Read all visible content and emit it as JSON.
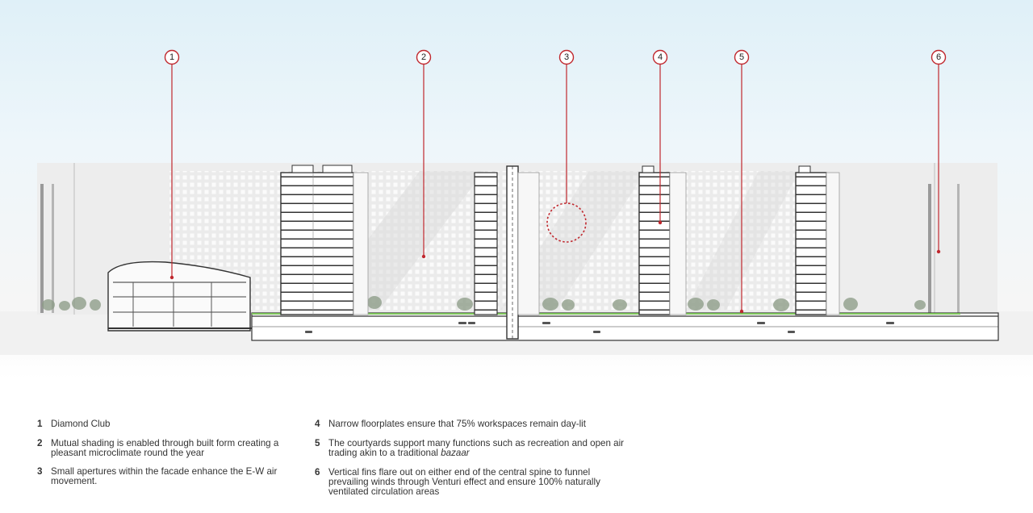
{
  "diagram": {
    "markers": [
      {
        "id": "1",
        "label": "1"
      },
      {
        "id": "2",
        "label": "2"
      },
      {
        "id": "3",
        "label": "3"
      },
      {
        "id": "4",
        "label": "4"
      },
      {
        "id": "5",
        "label": "5"
      },
      {
        "id": "6",
        "label": "6"
      }
    ],
    "colors": {
      "marker": "#c0282e",
      "greenery": "#7cc35a",
      "structure": "#333333",
      "background_building": "#e6e6e6"
    }
  },
  "legend": {
    "left": [
      {
        "num": "1",
        "text": "Diamond Club"
      },
      {
        "num": "2",
        "text": "Mutual shading is enabled through built form creating a pleasant microclimate round the year"
      },
      {
        "num": "3",
        "text": "Small apertures within the facade enhance the E-W air movement."
      }
    ],
    "right": [
      {
        "num": "4",
        "text": "Narrow floorplates ensure that 75% workspaces remain day-lit"
      },
      {
        "num": "5",
        "text_before": "The courtyards support many functions such as recreation and open air trading akin to a traditional ",
        "text_em": "bazaar"
      },
      {
        "num": "6",
        "text": "Vertical fins flare out on either end of the central spine to funnel prevailing winds through Venturi effect and ensure 100% naturally ventilated circulation areas"
      }
    ]
  }
}
